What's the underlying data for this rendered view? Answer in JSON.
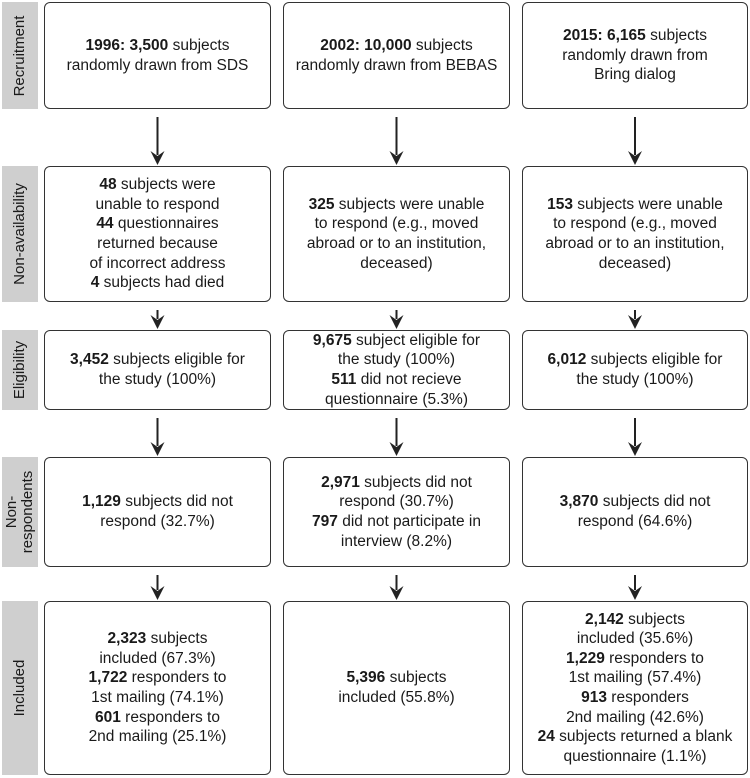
{
  "stages": [
    {
      "label": "Recruitment",
      "label_lines": [
        "Recruitment"
      ]
    },
    {
      "label": "Non-availability",
      "label_lines": [
        "Non-availability"
      ]
    },
    {
      "label": "Eligibility",
      "label_lines": [
        "Eligibility"
      ]
    },
    {
      "label": "Non-respondents",
      "label_lines": [
        "Non-",
        "respondents"
      ]
    },
    {
      "label": "Included",
      "label_lines": [
        "Included"
      ]
    }
  ],
  "columns": [
    {
      "name": "1996",
      "boxes": [
        [
          [
            {
              "b": "1996: 3,500",
              "t": " subjects"
            }
          ],
          [
            {
              "t": "randomly drawn from SDS"
            }
          ]
        ],
        [
          [
            {
              "b": "48",
              "t": " subjects were"
            }
          ],
          [
            {
              "t": "unable to respond"
            }
          ],
          [
            {
              "b": "44",
              "t": " questionnaires"
            }
          ],
          [
            {
              "t": "returned because"
            }
          ],
          [
            {
              "t": "of incorrect address"
            }
          ],
          [
            {
              "b": "4",
              "t": " subjects had died"
            }
          ]
        ],
        [
          [
            {
              "b": "3,452",
              "t": " subjects eligible for"
            }
          ],
          [
            {
              "t": "the study (100%)"
            }
          ]
        ],
        [
          [
            {
              "b": "1,129",
              "t": " subjects did not"
            }
          ],
          [
            {
              "t": "respond (32.7%)"
            }
          ]
        ],
        [
          [
            {
              "b": "2,323",
              "t": " subjects"
            }
          ],
          [
            {
              "t": "included (67.3%)"
            }
          ],
          [
            {
              "b": "1,722",
              "t": " responders to"
            }
          ],
          [
            {
              "t": "1st mailing (74.1%)"
            }
          ],
          [
            {
              "b": "601",
              "t": " responders to"
            }
          ],
          [
            {
              "t": "2nd mailing (25.1%)"
            }
          ]
        ]
      ]
    },
    {
      "name": "2002",
      "boxes": [
        [
          [
            {
              "b": "2002: 10,000",
              "t": " subjects"
            }
          ],
          [
            {
              "t": "randomly drawn from BEBAS"
            }
          ]
        ],
        [
          [
            {
              "b": "325",
              "t": " subjects were unable"
            }
          ],
          [
            {
              "t": "to respond (e.g., moved"
            }
          ],
          [
            {
              "t": "abroad or to an institution,"
            }
          ],
          [
            {
              "t": "deceased)"
            }
          ]
        ],
        [
          [
            {
              "b": "9,675",
              "t": " subject eligible for"
            }
          ],
          [
            {
              "t": "the study (100%)"
            }
          ],
          [
            {
              "b": "511",
              "t": " did not recieve"
            }
          ],
          [
            {
              "t": "questionnaire (5.3%)"
            }
          ]
        ],
        [
          [
            {
              "b": "2,971",
              "t": " subjects did not"
            }
          ],
          [
            {
              "t": "respond (30.7%)"
            }
          ],
          [
            {
              "b": "797",
              "t": " did not participate in"
            }
          ],
          [
            {
              "t": "interview (8.2%)"
            }
          ]
        ],
        [
          [
            {
              "b": "5,396",
              "t": " subjects"
            }
          ],
          [
            {
              "t": "included (55.8%)"
            }
          ]
        ]
      ]
    },
    {
      "name": "2015",
      "boxes": [
        [
          [
            {
              "b": "2015: 6,165",
              "t": " subjects"
            }
          ],
          [
            {
              "t": "randomly drawn from"
            }
          ],
          [
            {
              "t": "Bring dialog"
            }
          ]
        ],
        [
          [
            {
              "b": "153",
              "t": " subjects were unable"
            }
          ],
          [
            {
              "t": "to respond (e.g., moved"
            }
          ],
          [
            {
              "t": "abroad or to an institution,"
            }
          ],
          [
            {
              "t": "deceased)"
            }
          ]
        ],
        [
          [
            {
              "b": "6,012",
              "t": " subjects eligible for"
            }
          ],
          [
            {
              "t": "the study (100%)"
            }
          ]
        ],
        [
          [
            {
              "b": "3,870",
              "t": " subjects did not"
            }
          ],
          [
            {
              "t": "respond (64.6%)"
            }
          ]
        ],
        [
          [
            {
              "b": "2,142",
              "t": " subjects"
            }
          ],
          [
            {
              "t": "included (35.6%)"
            }
          ],
          [
            {
              "b": "1,229",
              "t": " responders to"
            }
          ],
          [
            {
              "t": "1st mailing (57.4%)"
            }
          ],
          [
            {
              "b": "913",
              "t": " responders"
            }
          ],
          [
            {
              "t": "2nd mailing (42.6%)"
            }
          ],
          [
            {
              "b": "24",
              "t": " subjects returned a blank"
            }
          ],
          [
            {
              "t": "questionnaire (1.1%)"
            }
          ]
        ]
      ]
    }
  ],
  "colors": {
    "label_fill": "#cfcfcf",
    "box_border": "#333333",
    "arrow": "#222222",
    "text": "#1a1a1a"
  },
  "arrow_style": "downward-arrow"
}
